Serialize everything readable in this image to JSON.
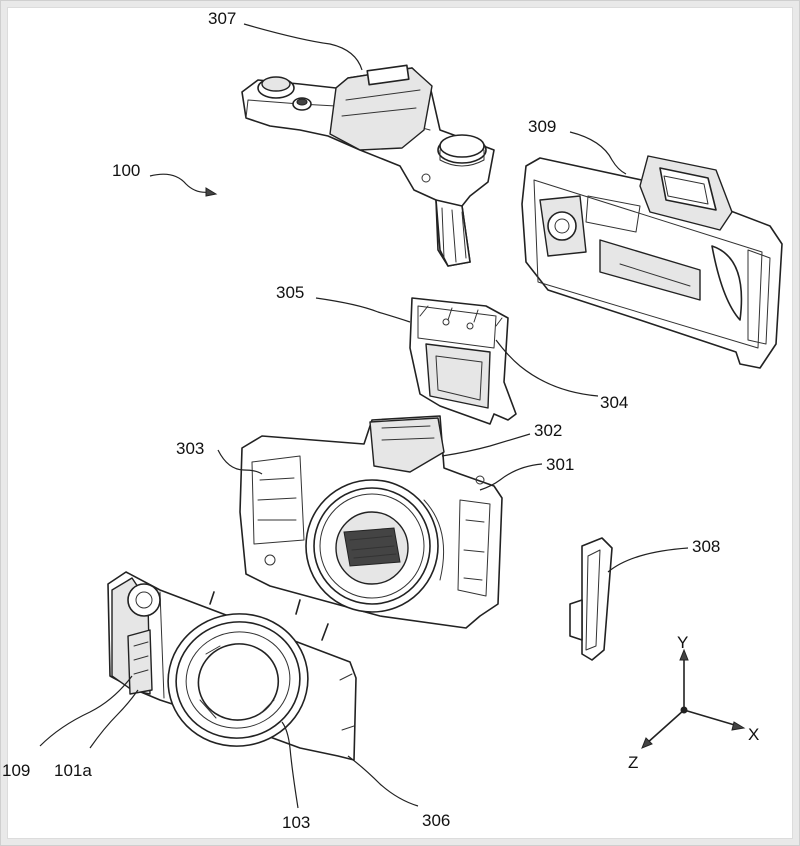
{
  "labels": {
    "r100": "100",
    "r101a": "101a",
    "r103": "103",
    "r109": "109",
    "r301": "301",
    "r302": "302",
    "r303": "303",
    "r304": "304",
    "r305": "305",
    "r306": "306",
    "r307": "307",
    "r308": "308",
    "r309": "309"
  },
  "axes": {
    "x": "X",
    "y": "Y",
    "z": "Z"
  }
}
